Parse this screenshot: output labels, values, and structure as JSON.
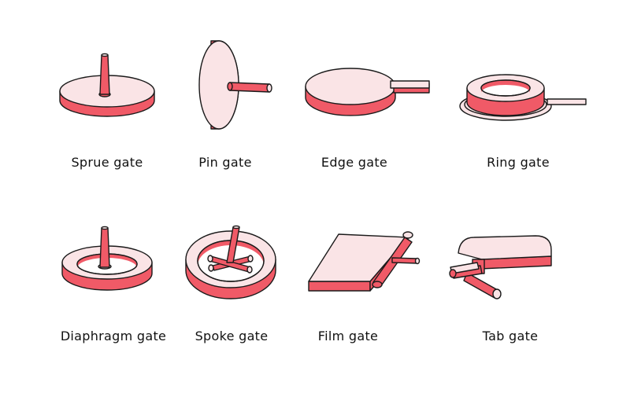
{
  "colors": {
    "accent": "#F05A67",
    "light": "#FAE4E6",
    "stroke": "#1A1A1A"
  },
  "gates": [
    {
      "label": "Sprue gate",
      "icon": "sprue-gate-icon"
    },
    {
      "label": "Pin gate",
      "icon": "pin-gate-icon"
    },
    {
      "label": "Edge gate",
      "icon": "edge-gate-icon"
    },
    {
      "label": "Ring gate",
      "icon": "ring-gate-icon"
    },
    {
      "label": "Diaphragm gate",
      "icon": "diaphragm-gate-icon"
    },
    {
      "label": "Spoke gate",
      "icon": "spoke-gate-icon"
    },
    {
      "label": "Film gate",
      "icon": "film-gate-icon"
    },
    {
      "label": "Tab gate",
      "icon": "tab-gate-icon"
    }
  ]
}
